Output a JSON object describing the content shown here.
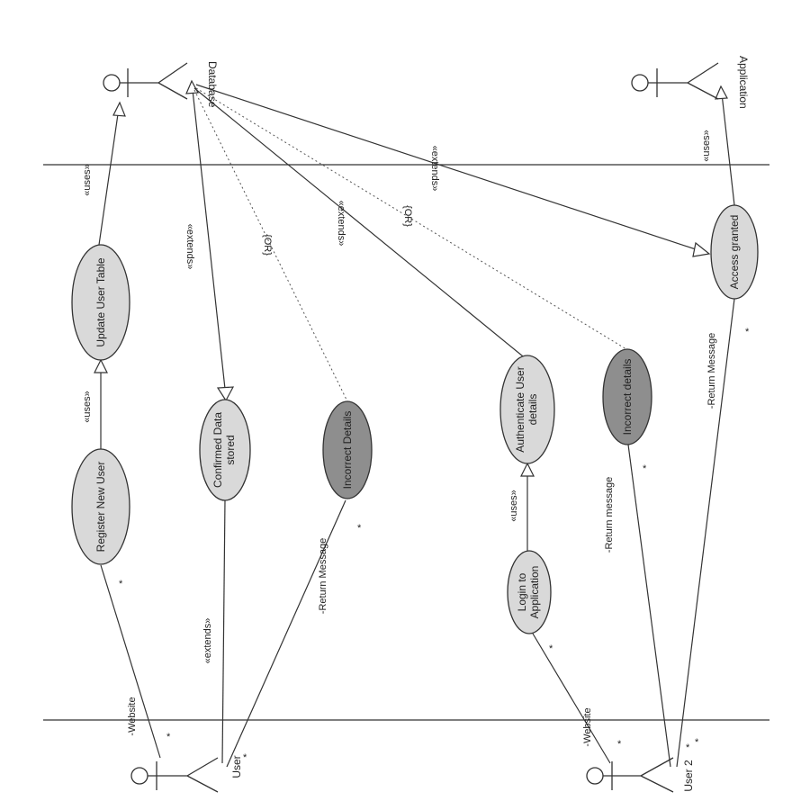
{
  "actors": {
    "database": "Database",
    "application": "Application",
    "user": "User",
    "user2": "User 2"
  },
  "use_cases": {
    "update_user_table": "Update User Table",
    "register_new_user": "Register New User",
    "confirmed_data_1": "Confirmed Data",
    "confirmed_data_2": "stored",
    "incorrect_details_1": "Incorrect Details",
    "authenticate_1": "Authenticate User",
    "authenticate_2": "details",
    "incorrect_details_2": "Incorrect details",
    "login_1": "Login to",
    "login_2": "Application",
    "access_granted": "Access granted"
  },
  "relations": {
    "uses": "«uses»",
    "extends": "«extends»",
    "or": "{OR}",
    "website": "-Website",
    "return_message": "-Return Message",
    "return_message_lower": "-Return message",
    "multiplicity": "*"
  }
}
